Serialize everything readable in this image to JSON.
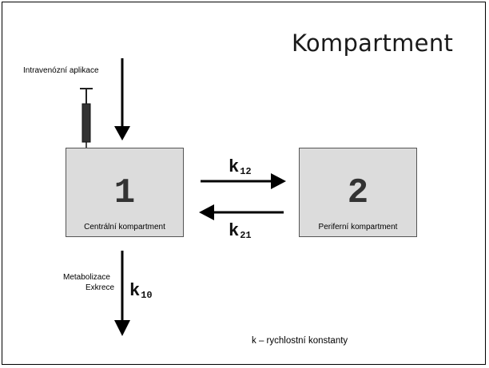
{
  "slide": {
    "title": "Kompartment",
    "iv_label": "Intravenózní aplikace",
    "central": {
      "number": "1",
      "label": "Centrální kompartment"
    },
    "peripheral": {
      "number": "2",
      "label": "Periferní kompartment"
    },
    "k12": {
      "k": "k",
      "sub": "12"
    },
    "k21": {
      "k": "k",
      "sub": "21"
    },
    "k10": {
      "k": "k",
      "sub": "10"
    },
    "elimination_label_1": "Metabolizace",
    "elimination_label_2": "Exkrece",
    "note": "k – rychlostní konstanty"
  },
  "colors": {
    "box_fill": "#dcdcdc",
    "arrow": "#000000",
    "syringe": "#222222"
  }
}
